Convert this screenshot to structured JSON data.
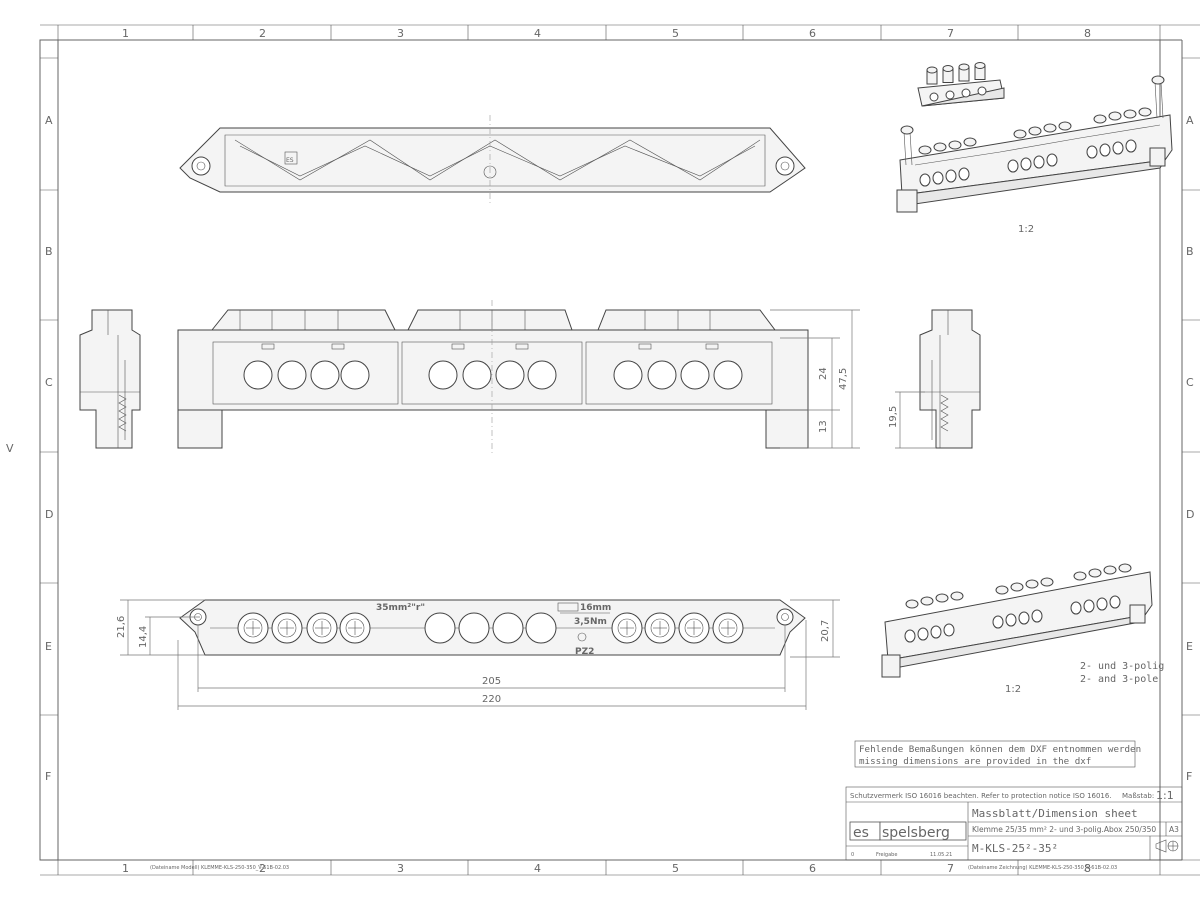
{
  "grid": {
    "columns": [
      "1",
      "2",
      "3",
      "4",
      "5",
      "6",
      "7",
      "8"
    ],
    "rows": [
      "A",
      "B",
      "C",
      "D",
      "E",
      "F"
    ],
    "side_mark": "V"
  },
  "views": {
    "iso_top_scale": "1:2",
    "iso_bottom_scale": "1:2",
    "pole_note_de": "2- und 3-polig",
    "pole_note_en": "2- and 3-pole"
  },
  "dimensions": {
    "height_top": "24",
    "height_total": "47,5",
    "foot_height": "13",
    "side_height": "19,5",
    "width_outer": "21,6",
    "width_inner": "14,4",
    "width_right": "20,7",
    "length_inner": "205",
    "length_outer": "220"
  },
  "part_labels": {
    "wire": "35mm²\"r\"",
    "torque_size": "16mm",
    "torque": "3,5Nm",
    "driver": "PZ2",
    "logo_small": "ES"
  },
  "note": {
    "line_de": "Fehlende Bemaßungen können dem DXF entnommen werden",
    "line_en": "missing dimensions are provided in the dxf"
  },
  "title_block": {
    "protection": "Schutzvermerk ISO 16016 beachten. Refer to protection notice ISO 16016.",
    "scale_label": "Maßstab:",
    "scale_value": "1:1",
    "logo_es": "es",
    "logo_text": "spelsberg",
    "title": "Massblatt/Dimension sheet",
    "description": "Klemme 25/35 mm²  2- und 3-polig.Abox 250/350",
    "format": "A3",
    "part_no": "M-KLS-25²-35²",
    "rev_index": "0",
    "rev_text": "Freigabe",
    "rev_date": "11.05.21",
    "footer_model": "(Dateiname Modell) KLEMME-KLS-250-350_V-61B-02.03",
    "footer_drawing": "(Dateiname Zeichnung)  KLEMME-KLS-250-350_V-61B-02.03"
  },
  "colors": {
    "line": "#444444",
    "frame": "#666666",
    "fill": "#f4f4f4"
  }
}
